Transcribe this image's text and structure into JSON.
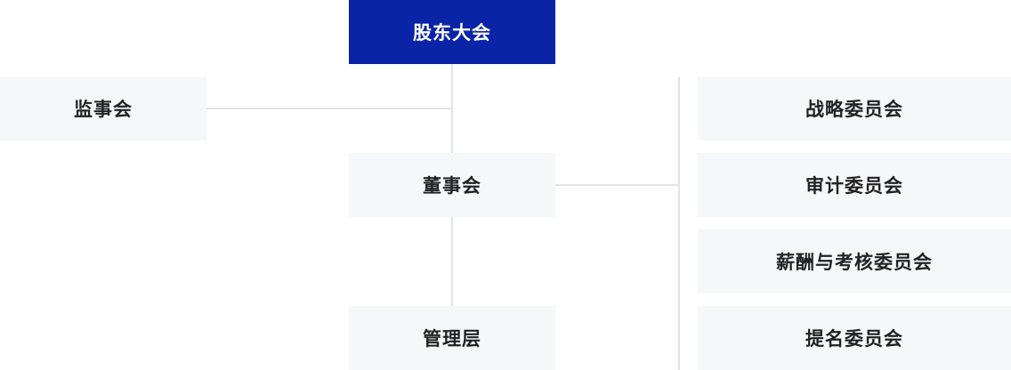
{
  "org": {
    "top": {
      "label": "股东大会",
      "color": "#0a24a8"
    },
    "supervisory": {
      "label": "监事会"
    },
    "board": {
      "label": "董事会"
    },
    "management": {
      "label": "管理层"
    },
    "committees": [
      {
        "label": "战略委员会"
      },
      {
        "label": "审计委员会"
      },
      {
        "label": "薪酬与考核委员会"
      },
      {
        "label": "提名委员会"
      }
    ]
  }
}
